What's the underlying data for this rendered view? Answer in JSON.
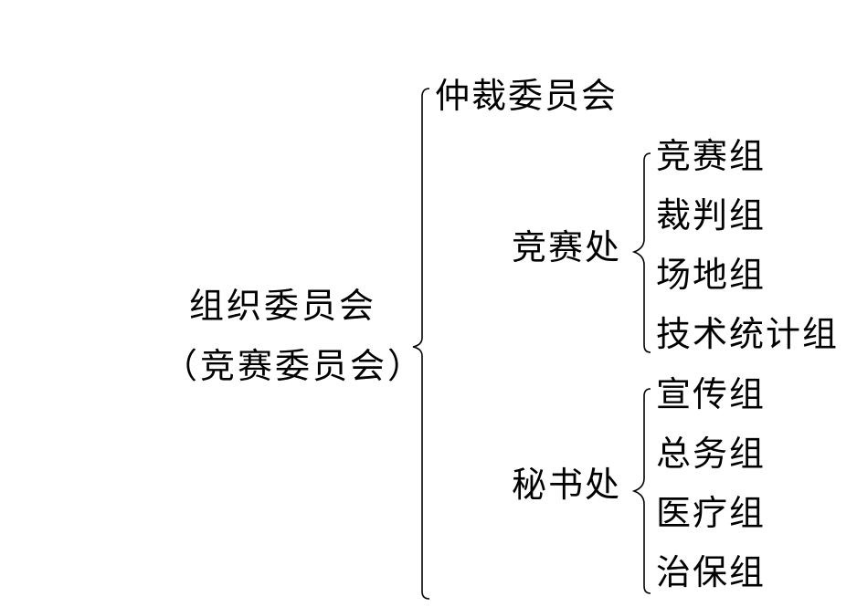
{
  "root": {
    "line1": "组织委员会",
    "line2": "（竞赛委员会）"
  },
  "level1": {
    "arbitration": "仲裁委员会",
    "competition_office": "竞赛处",
    "secretariat": "秘书处"
  },
  "competition_groups": [
    "竞赛组",
    "裁判组",
    "场地组",
    "技术统计组"
  ],
  "secretariat_groups": [
    "宣传组",
    "总务组",
    "医疗组",
    "治保组"
  ]
}
